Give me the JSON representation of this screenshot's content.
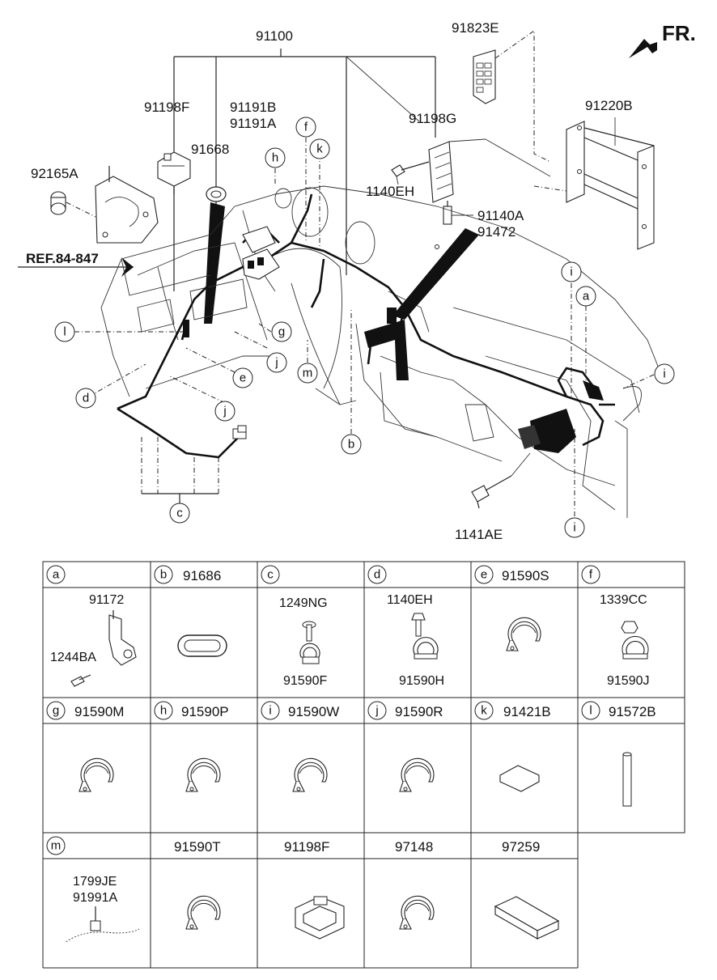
{
  "diagram": {
    "direction": "FR.",
    "reference": "REF.84-847",
    "labels": {
      "main_harness": "91100",
      "relay_box_top": "91823E",
      "bracket_right": "91220B",
      "connector_left_f": "91198F",
      "fuse_a": "91191B",
      "fuse_b": "91191A",
      "grommet": "91668",
      "connector_g": "91198G",
      "mount_left": "92165A",
      "bolt_top": "1140EH",
      "fuse_c": "91140A",
      "fuse_d": "91472",
      "bolt_bottom": "1141AE"
    },
    "callouts": [
      "a",
      "b",
      "c",
      "d",
      "e",
      "f",
      "g",
      "h",
      "i",
      "j",
      "k",
      "l",
      "m"
    ]
  },
  "table": {
    "rows": [
      [
        {
          "letter": "a",
          "part": "",
          "subparts": [
            "91172",
            "1244BA"
          ]
        },
        {
          "letter": "b",
          "part": "91686",
          "subparts": []
        },
        {
          "letter": "c",
          "part": "",
          "subparts": [
            "1249NG",
            "91590F"
          ]
        },
        {
          "letter": "d",
          "part": "",
          "subparts": [
            "1140EH",
            "91590H"
          ]
        },
        {
          "letter": "e",
          "part": "91590S",
          "subparts": []
        },
        {
          "letter": "f",
          "part": "",
          "subparts": [
            "1339CC",
            "91590J"
          ]
        }
      ],
      [
        {
          "letter": "g",
          "part": "91590M"
        },
        {
          "letter": "h",
          "part": "91590P"
        },
        {
          "letter": "i",
          "part": "91590W"
        },
        {
          "letter": "j",
          "part": "91590R"
        },
        {
          "letter": "k",
          "part": "91421B"
        },
        {
          "letter": "l",
          "part": "91572B"
        }
      ],
      [
        {
          "letter": "m",
          "part": "",
          "subparts": [
            "1799JE",
            "91991A"
          ]
        },
        {
          "letter": "",
          "part": "91590T"
        },
        {
          "letter": "",
          "part": "91198F"
        },
        {
          "letter": "",
          "part": "97148"
        },
        {
          "letter": "",
          "part": "97259"
        }
      ]
    ]
  }
}
